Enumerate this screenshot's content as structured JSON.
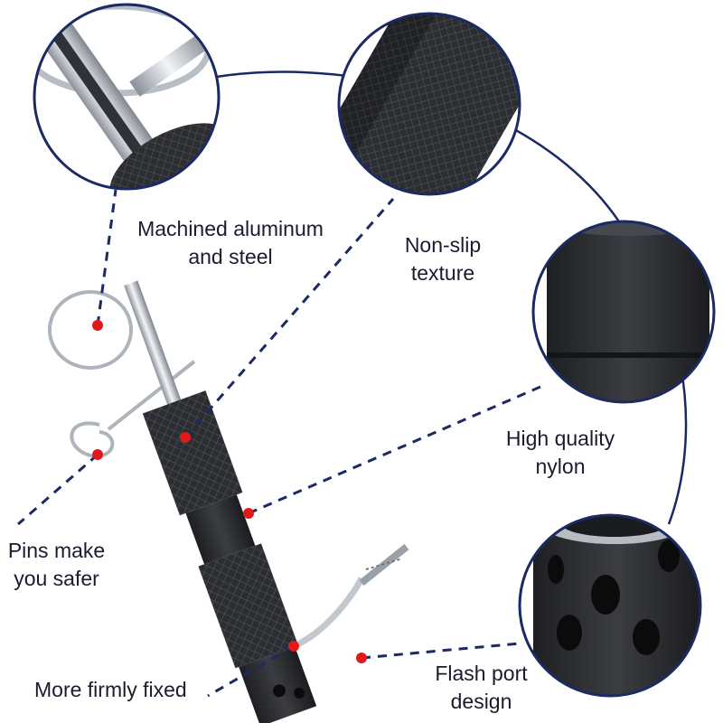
{
  "colors": {
    "accent": "#1b2a63",
    "dot": "#e01a1a",
    "product": "#2a2c30",
    "steel": "#c9ced6"
  },
  "labels": {
    "machined": [
      "Machined aluminum",
      "and steel"
    ],
    "nonslip": [
      "Non-slip",
      "texture"
    ],
    "nylon": [
      "High quality",
      "nylon"
    ],
    "pins": [
      "Pins make",
      "you safer"
    ],
    "fixed": [
      "More firmly fixed"
    ],
    "flash": [
      "Flash port",
      "design"
    ]
  }
}
